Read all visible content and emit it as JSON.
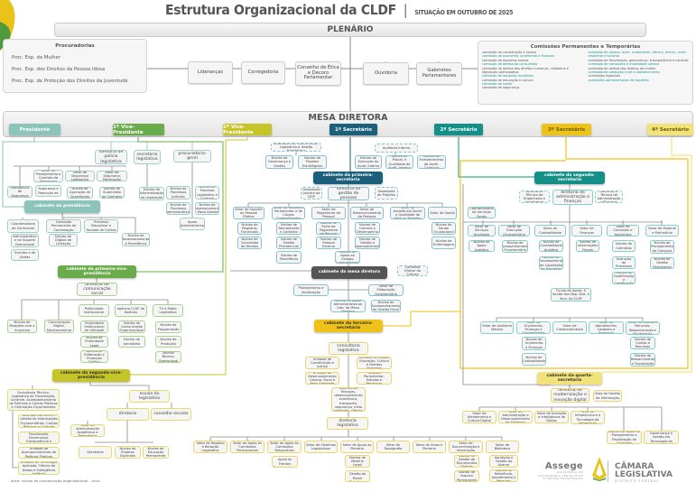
{
  "header": {
    "title": "Estrutura Organizacional da CLDF",
    "separator": "|",
    "subtitle": "SITUAÇÃO EM OUTUBRO DE 2025"
  },
  "plenario": {
    "label": "PLENÁRIO"
  },
  "procuradorias": {
    "title": "Procuradorias",
    "items": [
      "Proc. Esp. da Mulher",
      "Proc. Esp. dos Direitos da Pessoa Idosa",
      "Proc. Esp. de Proteção dos Direitos da Juventude"
    ]
  },
  "plenario_units": [
    "Lideranças",
    "Corregedoria",
    "Conselho de Ética e Decoro Parlamentar",
    "Ouvidoria",
    "Gabinetes Parlamentares"
  ],
  "comissoes": {
    "title": "Comissões Permanentes e Temporárias",
    "col1": [
      {
        "text": "comissão de constituição e justiça",
        "accent": false
      },
      {
        "text": "comissão de economia, orçamento e finanças",
        "accent": true
      },
      {
        "text": "comissão de assuntos sociais",
        "accent": false
      },
      {
        "text": "comissão de defesa do consumidor",
        "accent": true
      },
      {
        "text": "comissão de defesa dos direitos humanos, cidadania e legislação participativa",
        "accent": false
      },
      {
        "text": "comissão de assuntos fundiários",
        "accent": true
      },
      {
        "text": "comissão de educação e cultura",
        "accent": false
      },
      {
        "text": "comissão de saúde",
        "accent": true
      },
      {
        "text": "comissão de segurança",
        "accent": false
      }
    ],
    "col2": [
      {
        "text": "comissão de desenv. econ. sustentável, ciência, tecnol., meio ambiente e turismo",
        "accent": true
      },
      {
        "text": "comissão de fiscalização, governança, transparência e controle",
        "accent": false
      },
      {
        "text": "comissão de transporte e mobilidade urbana",
        "accent": true
      },
      {
        "text": "comissão de defesa dos direitos da mulher",
        "accent": false
      },
      {
        "text": "comissão de produção rural e abastecimento",
        "accent": true
      },
      {
        "text": "comissões especiais",
        "accent": false
      },
      {
        "text": "comissões parlamentares de inquérito",
        "accent": true
      }
    ]
  },
  "mesa": {
    "label": "MESA DIRETORA",
    "roles": [
      {
        "label": "Presidente",
        "color": "#8cc4bb"
      },
      {
        "label": "1º Vice-Presidente",
        "color": "#6aab4c"
      },
      {
        "label": "2º Vice-Presidente",
        "color": "#c5c52a"
      },
      {
        "label": "1º Secretário",
        "color": "#1b5f7b"
      },
      {
        "label": "2º Secretário",
        "color": "#149089"
      },
      {
        "label": "3º Secretário",
        "color": "#efc21a"
      },
      {
        "label": "4º Secretário",
        "color": "#f2e27a"
      }
    ]
  },
  "colors": {
    "presidencia": "#8cc4bb",
    "vice1": "#6aab4c",
    "vice2": "#c5c52a",
    "sec1": "#1b5f7b",
    "sec2": "#149089",
    "sec3": "#efc21a",
    "sec4": "#f2e27a",
    "mesa": "#555555"
  },
  "nodes": {
    "dpl": "diretoria de polícia legislativa",
    "seclg": "secretaria legislativa",
    "procg": "procuradoria-geral",
    "spcs": "Setor de Planejamento e Controle da Segurança",
    "nsra": "Núcleo de Segurança e Remoção de Agentes",
    "ssl": "Setor de Segurança Legislativa",
    "ssp": "Setor de Segurança Patrimonial",
    "nisp": "Núcleo de Inteligência de Segurança Policial",
    "nfo": "Núcleo de Apuração de Ocorrências",
    "nsc": "Núcleo de Supervisão de Controles",
    "nil": "Núcleo de Informatização da Legislação",
    "npj": "Núcleo de Processos Judiciais",
    "nplc": "Núcleo de Processo Legislativo e Controle",
    "npa": "Núcleo de Processos Administrativos",
    "namd": "Núcleo de Assessoramento à Mesa Diretora",
    "apadm": "Apoio Administrativo",
    "cabpres": "cabinete da presidência",
    "ccer": "Coordenadoria de Cerimonial",
    "cpc": "Comissão Permanente de Contratação",
    "cpd": "Comissão de Processo Disciplinar e Tomada de Contas Especial",
    "nasoc": "Núcleo Administrativo e de Suporte Operacional ao Cerimonial",
    "nevi": "Núcleo de Eventos e de Visitas Institucionais",
    "nol": "Núcleo de Órgãos de Licitação",
    "nap": "Núcleo de Assessoramento à Presidência",
    "cabv1": "cabinete da primeira-vice-presidência",
    "dcs": "diretoria de comunicação social",
    "nri": "Núcleo de Relações com a Imprensa",
    "ncdmp": "Núcleo de Comunicação Digital, Monitoramento e Pesquisa",
    "pinst": "Publicidade Institucional",
    "npiup": "Núcleo de Publicidade Institucional de Utilidade Pública",
    "npl": "Núcleo de Publicidade Legal",
    "nepg": "Núcleo de Editoração e Produção Gráfica",
    "agcldf": "Agência CLDF de Notícias",
    "nco": "Núcleo de Comunicação Organizacional",
    "njor": "Núcleo de Jornalismo",
    "tvr": "TV e Rádio Legislativa",
    "nprog": "Núcleo de Programação",
    "nprod": "Núcleo de Produção",
    "nto": "Núcleo Técnico-Operacional",
    "cabv2": "cabinete da segunda-vice-presidência",
    "ctl": "Consultoria Técnico-Legislativa de Fiscalização, Controle, Acompanhamento de Políticas e Contas Públicas e Orientação Orçamentária",
    "uagi": "Unidade de Acompanhamento e Gestão de Informações Orçamentárias, Contas Públicas e Controle Fiscal",
    "ufgt": "Unidade de Fiscalização, Governança, Transparência e Controle",
    "uapp": "Unidade de Acompanhamento de Políticas Públicas",
    "utac": "Unidade de Tecnologia Aplicada, Ciência de Dados e Inteligência Artificial",
    "escola": "escola do legislativo",
    "diretoria": "diretoria",
    "conselho": "conselho escolar",
    "saap": "Setor de Administração Acadêmica e Pedagógica",
    "secret": "Secretaria",
    "npe": "Núcleo de Projetos Especiais",
    "nep": "Núcleo de Educação Permanente",
    "agle": "Assessoria de Governança, Legislativo e Gestão Estratégica",
    "ngg": "Núcleo de Governança e Gestão",
    "npes": "Núcleo de Projetos Estratégicos",
    "audint": "Auditoria Interna",
    "neai": "Núcleo de Execução da Audit. Interna",
    "npqai": "Núcleo de Planej. e Qualidade da Audit. Interna",
    "nfac": "Núcleo de Fortalecimento da Audit. Contínua",
    "cabs1": "cabinete da primeira-secretaria",
    "ajdgp": "Assessoria Jurídica da DGP",
    "dgp": "diretoria de gestão de pessoas",
    "aproj": "Assessoria de Projetos",
    "sspe": "Setor de Suporte ao Pessoal Efetivo",
    "scpc": "Setor de Cadastro Parlamentar e de Cargos Comissionados",
    "spp": "Setor de Pagamento de Pessoal",
    "sdp": "Setor de Desenvolvimento de Pessoas",
    "sasq": "Setor de Assistência Social e Qualidade de Vida no Trabalho",
    "ssau": "Setor de Saúde",
    "nrf": "Núcleo de Registros Funcionais",
    "ncd": "Núcleo de Concessão de Direitos",
    "nac": "Núcleo de Atendimento e Cadastro",
    "ngpr": "Núcleo de Gestão Previdencial",
    "nprev": "Núcleo de Previdência",
    "nfpp": "Núcleo de Folha de Pagamento de Pessoal",
    "npei": "Núcleo de Pessoal Externo",
    "ncde": "Núcleo de Carreira e Desempenho",
    "ngc": "Núcleo de Gestão e Desenvolvimento",
    "nso": "Núcleo de Saúde Ocupacional",
    "nenf": "Núcleo de Enfermagem",
    "naes": "Núcleo de Apoio ao Estágio Supervisionado",
    "cabmesa": "cabinete da mesa diretora",
    "cdc": "Conselho Diretor da Cultura",
    "spao": "Setor de Planejamento e Atualização Orçamentária",
    "seo": "Setor de Elaboração Orçamentária",
    "naagm": "Núcleo de Apoio Administrativo ao Gab. da Mesa Diretora",
    "nagf": "Núcleo de Acompanhamento da Gestão Fiscal",
    "cabs3": "cabinete da terceira-secretaria",
    "conslg": "consultoria legislativa",
    "ucj": "Unidade de Constituição e Justiça",
    "usec": "Unidade de Saúde, Educação, Cultura e Direitos Humanos",
    "udur": "Unidade de Desenvolvimento Urbano, Rural e Meio Ambiente",
    "urpe": "Unidade de Relação Parlamentar, Estudos e Pesquisas Legislativas",
    "ueof": "unidade de economia, orçamento, finanças, desenvolvimento econômico, transporte, segurança, meio ambiente, ciência, tecnologia e inovação",
    "dirleg": "diretoria legislativa",
    "srrl": "Setor de Registro e Redação Legislativa",
    "sacp": "Setor de Apoio às Comissões Permanentes",
    "sact": "Setor de Apoio às Comissões Temporárias",
    "ssl2": "Setor de Sistemas Legislativos",
    "sapl": "Setor de Apoio ao Plenário",
    "staq": "Setor de Taquigrafia",
    "sanp": "Setor de Anais e Plenário",
    "sdi": "Setor de Documentação e Informação",
    "sbib": "Setor de Biblioteca",
    "nafp": "Núcleo de Apoio às Frentes Parlamentares",
    "nml": "Núcleo de Matéria Legal",
    "ngpe": "Núcleo de Gestão do Painel Eletrônico",
    "ngdd": "Núcleo de Gestão de Documentos Digitais",
    "narp": "Núcleo de Arquivo Permanente",
    "naga": "Núcleo de Aquisição e Gestão do Acervo Bibliográfico",
    "nrap": "Núcleo de Referência, Atendimento e Pesquisa",
    "cabs2": "cabinete da segunda-secretaria",
    "atea": "Assessoria Técnica de Engenharia e Arquitetura",
    "daf": "diretoria de administração e finanças",
    "ataf": "Assessoria Técnica de Administração e Finanças",
    "csg": "Coordenadoria de Serviços Gerais",
    "ssa": "Setor de Serviços Auxiliares",
    "nal": "Núcleo de Apoio Logístico",
    "seorc": "Setor de Execução Orçamentária",
    "naorc": "Núcleo de Acompanhamento Orçamentário",
    "scont": "Setor de Contabilidade",
    "nca": "Núcleo de Contabilidade Analítica",
    "npld": "Núcleo de Processamento da Liquidação de Despesas",
    "sfin": "Setor de Finanças",
    "nif": "Núcleo de Informações Fiscais",
    "scaq": "Setor de Contratos e Aquisições",
    "ncontr": "Núcleo de Contratos",
    "nipc": "Núcleo de Instrução de Processos de Compras",
    "nqc": "Núcleo de Qualificação e Certificação",
    "smp": "Setor de Material e Patrimônio",
    "nplc2": "Núcleo de Planejamento de Compras",
    "ngpat": "Núcleo de Gestão Patrimonial",
    "fascal": "Fundo de Assist. à Saúde dos Dep. Dist. e Serv. da CLDF",
    "saudm": "Setor de Auditoria Médica",
    "sofc": "Setor de Orçamento, Finanças e Contabilidade",
    "scred": "Setor de Credenciamento",
    "sacp2": "Setor de Atendimento, Cadastro e Protocolo",
    "scrrf": "Setor de Contas e Recursos, Ressarcimento e Fiscalização",
    "nof": "Núcleo de Orçamento e Finanças",
    "ncont": "Núcleo de Contabilidade",
    "ncr": "Núcleo de Contas e Recursos",
    "nrfisc": "Núcleo de Ressarcimento e Fiscalização",
    "cabs4": "cabinete da quarta-secretaria",
    "dmid": "diretoria de modernização e inovação digital",
    "agi": "Área de Gestão da Informação",
    "sacd": "Setor de Atendimento e Cultura Digital",
    "sads": "Setor de Administração e Desenvolvimento de Sistemas",
    "siid": "Setor de Inovação e Inteligência de Dados",
    "sitti": "Setor de Infraestrutura e Tecnologia da Informação",
    "napfc": "Núcleo de Apoio ao Planejamento e Fiscalização de Contratos",
    "nggti": "Núcleo de Governança e Gestão em Tecnologia da Informação"
  },
  "footnote": "ance: núcleo de comunicação organizacional – ncco",
  "logos": {
    "assege": "Assege",
    "assege_sub": [
      "ASSESSORIA DE",
      "GOVERNANÇA LEGISLATIVA",
      "E GESTÃO ESTRATÉGICA"
    ],
    "camara_l1": "CÂMARA",
    "camara_l2": "LEGISLATIVA",
    "camara_l3": "DISTRITO FEDERAL"
  }
}
